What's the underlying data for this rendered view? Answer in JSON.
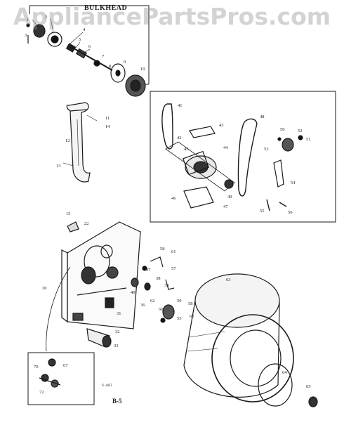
{
  "watermark": "AppliancePartsPros.com",
  "section_title": "BULKHEAD",
  "page_number": "B-5",
  "code_mark": "5-887",
  "callouts": {
    "bulkhead": [
      "1",
      "2",
      "3",
      "4",
      "5",
      "6",
      "7",
      "8",
      "9",
      "10"
    ],
    "duct": [
      "11",
      "12",
      "13",
      "14"
    ],
    "motor": [
      "41",
      "42",
      "43",
      "44",
      "45",
      "46",
      "47",
      "48",
      "49",
      "50",
      "51",
      "52",
      "53",
      "54",
      "55",
      "56"
    ],
    "front": [
      "15",
      "22",
      "30",
      "31",
      "32",
      "33",
      "36",
      "37",
      "38",
      "39",
      "40",
      "57",
      "58",
      "59",
      "60",
      "61",
      "62"
    ],
    "drum": [
      "53",
      "58",
      "62",
      "63",
      "64",
      "65"
    ],
    "inset": [
      "67",
      "70",
      "72"
    ]
  },
  "colors": {
    "ink": "#1a1a1a",
    "paper": "#ffffff",
    "watermark": "#8c8c8c"
  }
}
